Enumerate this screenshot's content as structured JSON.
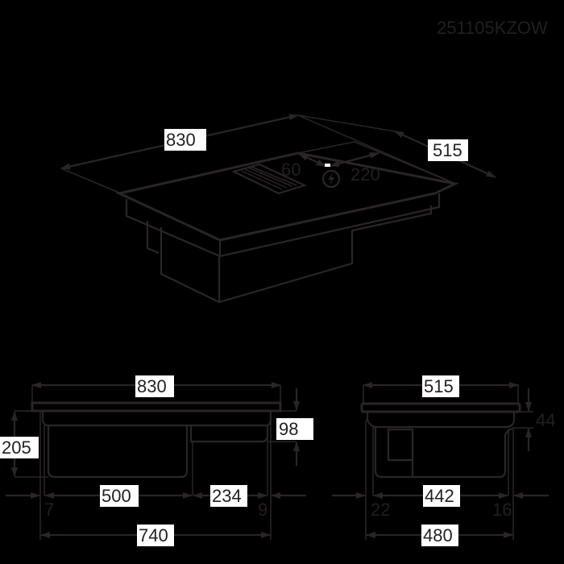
{
  "drawing": {
    "model_code": "251105KZOW",
    "colors": {
      "background": "#000000",
      "line": "#2a2526",
      "label_text": "#231f20",
      "label_box": "#ffffff"
    }
  },
  "iso_view": {
    "width_label": "830",
    "depth_label": "515",
    "vent_offset_label": "60",
    "socket_offset_label": "220",
    "socket_icon": "power-connection-icon"
  },
  "front_view": {
    "overall_width_label": "830",
    "height_label": "205",
    "side_unit_height_label": "98",
    "left_box_width_label": "500",
    "right_box_width_label": "234",
    "left_margin_label": "7",
    "right_margin_label": "9",
    "cutout_width_label": "740"
  },
  "side_view": {
    "overall_depth_label": "515",
    "glass_thickness_label": "44",
    "box_depth_label": "442",
    "front_margin_label": "22",
    "rear_margin_label": "16",
    "cutout_depth_label": "480"
  }
}
